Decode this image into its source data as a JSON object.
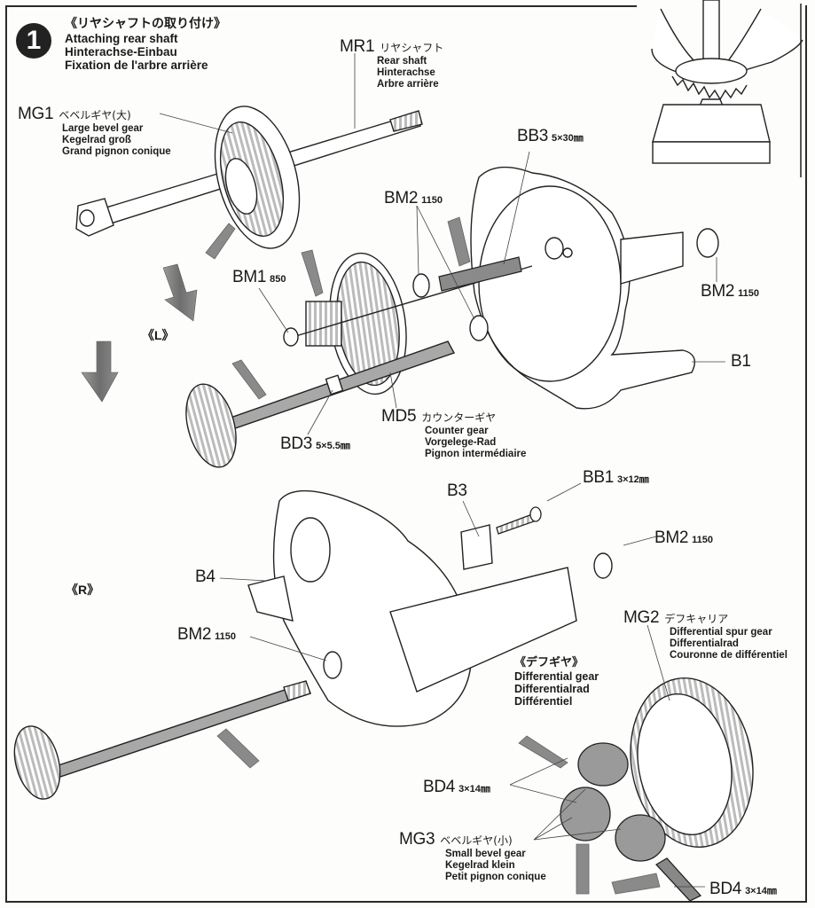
{
  "step": {
    "number": "1",
    "title_jp": "《リヤシャフトの取り付け》",
    "title_en": "Attaching rear shaft",
    "title_de": "Hinterachse-Einbau",
    "title_fr": "Fixation de l'arbre arrière"
  },
  "sections": {
    "left": "《L》",
    "right": "《R》"
  },
  "parts": {
    "mr1": {
      "code": "MR1",
      "jp": "リヤシャフト",
      "en": "Rear shaft",
      "de": "Hinterachse",
      "fr": "Arbre arrière"
    },
    "mg1": {
      "code": "MG1",
      "jp": "ベベルギヤ(大)",
      "en": "Large bevel gear",
      "de": "Kegelrad groß",
      "fr": "Grand pignon conique"
    },
    "bb3": {
      "code": "BB3",
      "spec": "5×30㎜"
    },
    "bm2_top": {
      "code": "BM2",
      "spec": "1150"
    },
    "bm2_right": {
      "code": "BM2",
      "spec": "1150"
    },
    "bm1": {
      "code": "BM1",
      "spec": "850"
    },
    "b1": {
      "code": "B1"
    },
    "md5": {
      "code": "MD5",
      "jp": "カウンターギヤ",
      "en": "Counter gear",
      "de": "Vorgelege-Rad",
      "fr": "Pignon intermédiaire"
    },
    "bd3": {
      "code": "BD3",
      "spec": "5×5.5㎜"
    },
    "b3": {
      "code": "B3"
    },
    "bb1": {
      "code": "BB1",
      "spec": "3×12㎜"
    },
    "bm2_r_right": {
      "code": "BM2",
      "spec": "1150"
    },
    "b4": {
      "code": "B4"
    },
    "bm2_r_left": {
      "code": "BM2",
      "spec": "1150"
    },
    "mg2": {
      "code": "MG2",
      "jp": "デフキャリア",
      "en": "Differential spur gear",
      "de": "Differentialrad",
      "fr": "Couronne de différentiel"
    },
    "diff": {
      "jp": "《デフギヤ》",
      "en": "Differential gear",
      "de": "Differentialrad",
      "fr": "Différentiel"
    },
    "bd4_a": {
      "code": "BD4",
      "spec": "3×14㎜"
    },
    "mg3": {
      "code": "MG3",
      "jp": "ベベルギヤ(小)",
      "en": "Small bevel gear",
      "de": "Kegelrad klein",
      "fr": "Petit pignon conique"
    },
    "bd4_b": {
      "code": "BD4",
      "spec": "3×14㎜"
    }
  },
  "icons": {
    "grease": "grease-tube-icon",
    "direction": "down-arrow-icon",
    "inset": "press-fit-inset-illustration"
  },
  "colors": {
    "line": "#2a2a2a",
    "grease": "#8a8a8a",
    "arrow": "#7d7d7d",
    "paper": "#fdfdfb"
  }
}
